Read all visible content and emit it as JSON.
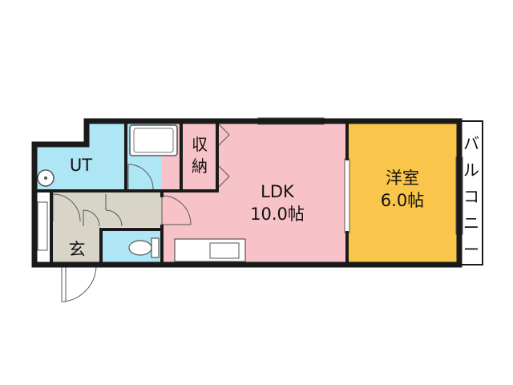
{
  "floorplan": {
    "rooms": {
      "ut": {
        "label": "UT"
      },
      "storage": {
        "label_line1": "収",
        "label_line2": "納"
      },
      "ldk": {
        "label_line1": "LDK",
        "label_line2": "10.0帖"
      },
      "western_room": {
        "label_line1": "洋室",
        "label_line2": "6.0帖"
      },
      "entrance": {
        "label": "玄"
      },
      "balcony": {
        "chars": [
          "バ",
          "ル",
          "コ",
          "ニ",
          "ー"
        ]
      }
    },
    "colors": {
      "wall": "#1a1a1a",
      "ut_fill": "#aee6f5",
      "toilet_fill": "#aee6f5",
      "ldk_fill": "#f7c3c8",
      "western_fill": "#f9c54a",
      "storage_fill": "#d8d5c8",
      "entrance_fill": "#d8d5c8",
      "hall_fill": "#d8d5c8",
      "balcony_fill": "#ffffff"
    }
  }
}
